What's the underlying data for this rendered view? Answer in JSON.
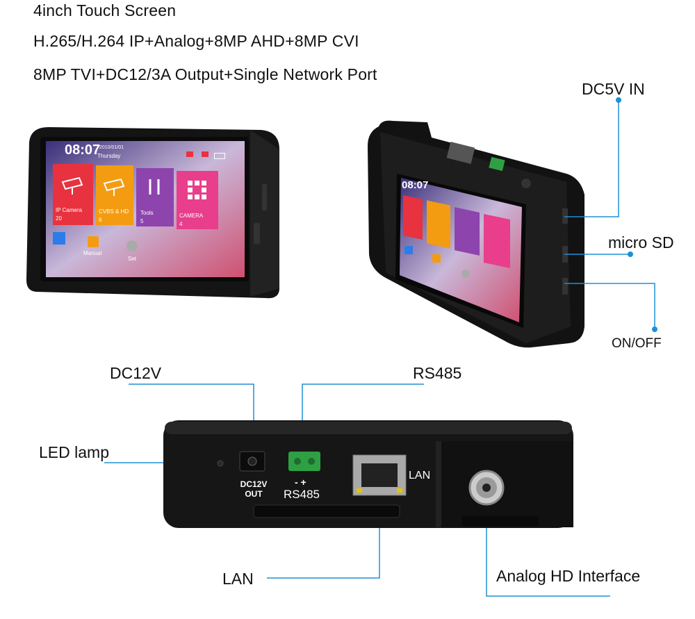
{
  "header": {
    "line1": "4inch Touch Screen",
    "line2": "H.265/H.264 IP+Analog+8MP AHD+8MP CVI",
    "line3": "8MP TVI+DC12/3A Output+Single Network Port"
  },
  "device_screen": {
    "time": "08:07",
    "date": "2010/01/01",
    "weekday": "Thursday",
    "tiles": [
      {
        "label": "IP Camera",
        "count": "20",
        "color": "#e8323f"
      },
      {
        "label": "CVBS & HD",
        "count": "6",
        "color": "#f39c12"
      },
      {
        "label": "Tools",
        "count": "5",
        "color": "#8e44ad"
      },
      {
        "label": "CAMERA",
        "count": "4",
        "color": "#e83e8c"
      }
    ],
    "bottom": [
      {
        "label": "",
        "icon": "windows-icon"
      },
      {
        "label": "Manual",
        "icon": "book-icon"
      },
      {
        "label": "Set",
        "icon": "gear-icon"
      }
    ]
  },
  "side_markings": {
    "sd": "micro SD",
    "power": "ON/OFF",
    "dc": "DC5V IN",
    "lan": "LAN",
    "rs485": "RS485",
    "dcout": "DC12V OUT"
  },
  "callouts": {
    "dc5v": "DC5V IN",
    "microsd": "micro SD",
    "onoff": "ON/OFF",
    "dc12v": "DC12V",
    "rs485": "RS485",
    "led": "LED lamp",
    "lan": "LAN",
    "analog": "Analog HD Interface"
  },
  "panel_labels": {
    "dc12v_out_1": "DC12V",
    "dc12v_out_2": "OUT",
    "minus_plus": "-  +",
    "rs485": "RS485",
    "lan": "LAN"
  },
  "colors": {
    "callout_line": "#1e90d6",
    "device_body": "#1b1b1b",
    "rs485_green": "#2ea043"
  }
}
